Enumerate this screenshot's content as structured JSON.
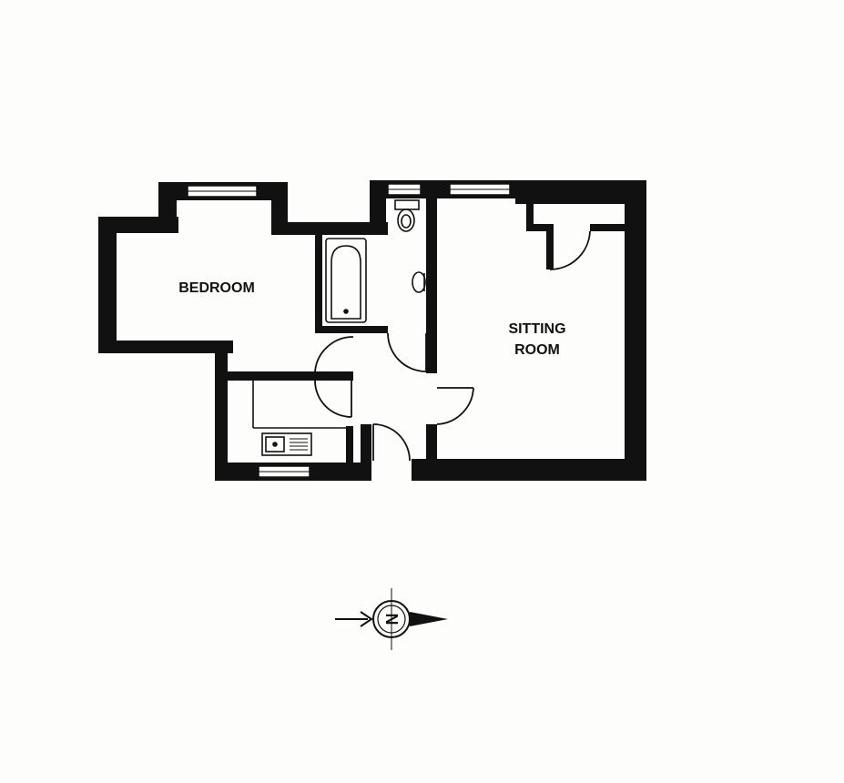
{
  "rooms": {
    "bedroom": "BEDROOM",
    "sitting_line1": "SITTING",
    "sitting_line2": "ROOM"
  },
  "compass": {
    "letter": "N"
  },
  "colors": {
    "wall": "#111111",
    "line": "#222222",
    "background": "#fdfdfb"
  }
}
